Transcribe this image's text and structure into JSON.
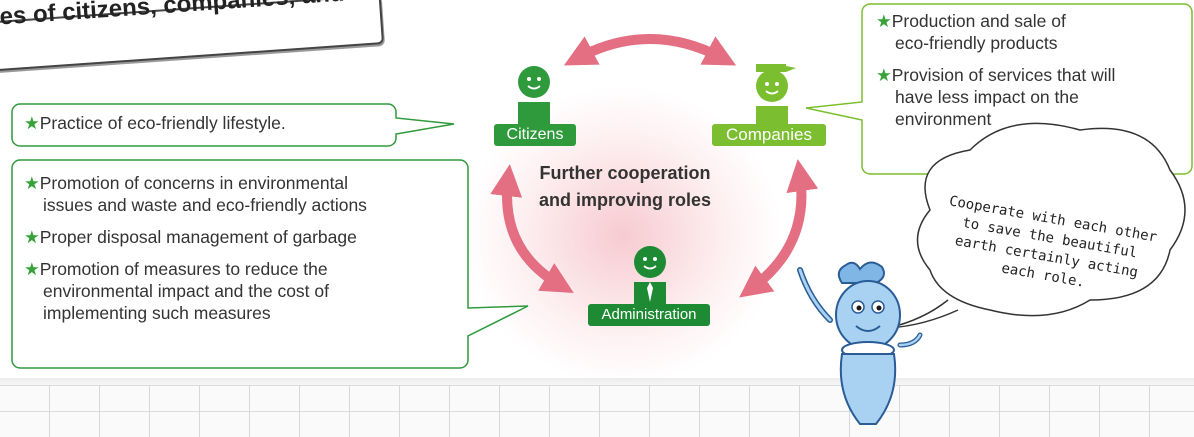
{
  "title": "les of citizens, companies, and the administration",
  "actors": {
    "citizens": "Citizens",
    "companies": "Companies",
    "administration": "Administration"
  },
  "center": {
    "line1": "Further cooperation",
    "line2": "and improving roles"
  },
  "citizens_box": {
    "items": [
      "Practice of eco-friendly lifestyle."
    ]
  },
  "administration_box": {
    "items": [
      {
        "line1": "Promotion of concerns in environmental",
        "line2": "issues and waste and eco-friendly actions"
      },
      {
        "line1": "Proper disposal management of garbage"
      },
      {
        "line1": "Promotion of measures to reduce the",
        "line2": "environmental impact and the cost of",
        "line3": "implementing such measures"
      }
    ]
  },
  "companies_box": {
    "items": [
      {
        "line1": "Production and sale of",
        "line2": "eco-friendly products"
      },
      {
        "line1": "Provision of services that will",
        "line2": "have less impact on the",
        "line3": "environment"
      }
    ]
  },
  "speech": {
    "lines": [
      "Cooperate with each other",
      "to save the beautiful",
      "earth certainly acting",
      "each role."
    ]
  },
  "colors": {
    "green_dark": "#2f9a3c",
    "green_light": "#7bbe2f",
    "arrow_pink": "#e46e82",
    "star": "#38a23a"
  },
  "icons": [
    "star-icon",
    "person-icon",
    "double-arrow-icon",
    "mascot-character"
  ]
}
